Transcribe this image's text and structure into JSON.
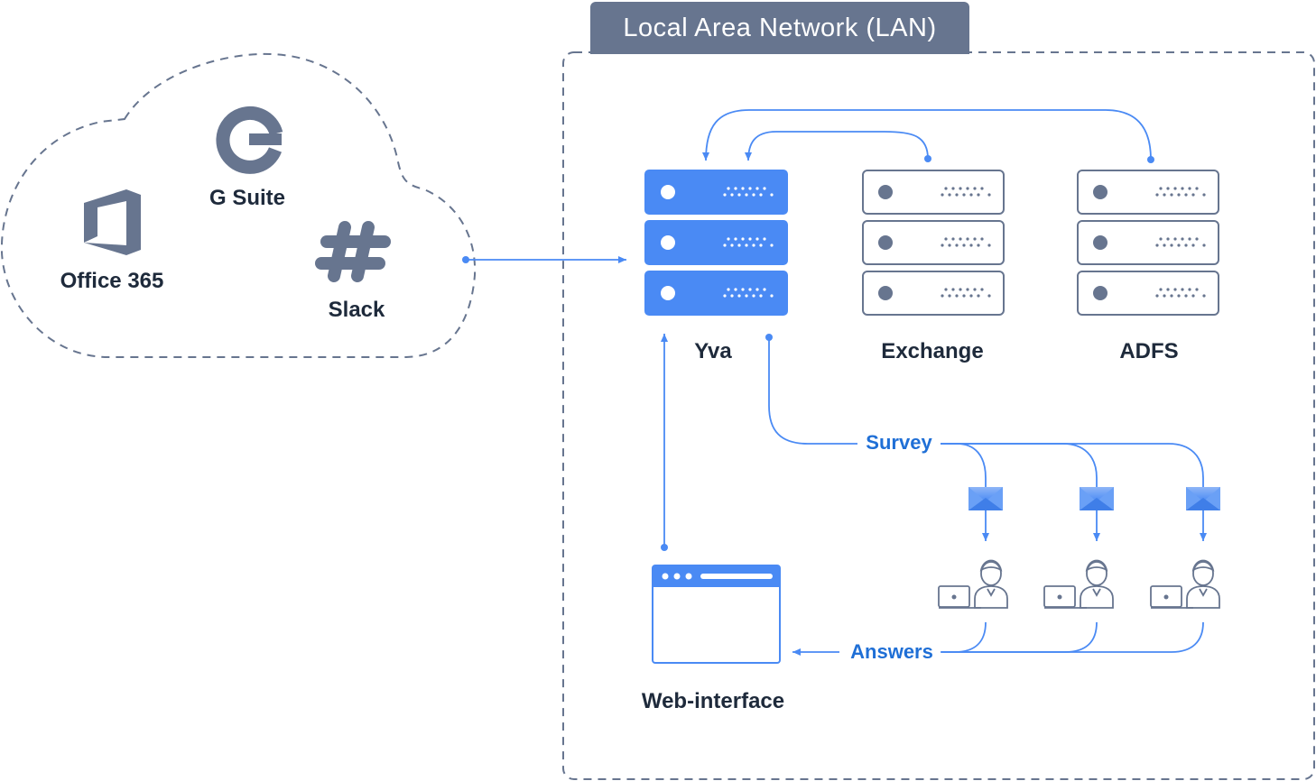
{
  "lan": {
    "title": "Local Area Network (LAN)"
  },
  "cloud": {
    "services": [
      {
        "name": "G Suite",
        "icon": "g-suite-icon"
      },
      {
        "name": "Office 365",
        "icon": "office-365-icon"
      },
      {
        "name": "Slack",
        "icon": "slack-icon"
      }
    ]
  },
  "servers": [
    {
      "name": "Yva",
      "icon": "server-stack-icon",
      "highlighted": true
    },
    {
      "name": "Exchange",
      "icon": "server-stack-icon",
      "highlighted": false
    },
    {
      "name": "ADFS",
      "icon": "server-stack-icon",
      "highlighted": false
    }
  ],
  "flows": {
    "survey": "Survey",
    "answers": "Answers"
  },
  "web_interface": {
    "name": "Web-interface",
    "icon": "browser-window-icon"
  },
  "users": [
    {
      "icon": "user-with-laptop-icon",
      "mail_icon": "envelope-icon"
    },
    {
      "icon": "user-with-laptop-icon",
      "mail_icon": "envelope-icon"
    },
    {
      "icon": "user-with-laptop-icon",
      "mail_icon": "envelope-icon"
    }
  ],
  "colors": {
    "accent": "#4a8af4",
    "gray": "#67758f",
    "flow_text": "#1f6fd6",
    "label": "#1e2a3b"
  }
}
